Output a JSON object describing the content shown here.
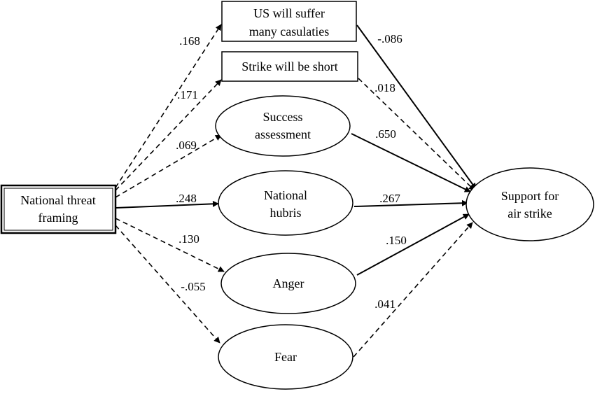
{
  "nodes": {
    "framing": {
      "lines": [
        "National threat",
        "framing"
      ]
    },
    "casualties": {
      "lines": [
        "US will suffer",
        "many casulaties"
      ]
    },
    "short": {
      "lines": [
        "Strike will be short"
      ]
    },
    "success": {
      "lines": [
        "Success",
        "assessment"
      ]
    },
    "hubris": {
      "lines": [
        "National",
        "hubris"
      ]
    },
    "anger": {
      "lines": [
        "Anger"
      ]
    },
    "fear": {
      "lines": [
        "Fear"
      ]
    },
    "support": {
      "lines": [
        "Support for",
        "air strike"
      ]
    }
  },
  "paths": {
    "framing_casualties": {
      "coef": ".168",
      "style": "dashed"
    },
    "framing_short": {
      "coef": ".171",
      "style": "dashed"
    },
    "framing_success": {
      "coef": ".069",
      "style": "dashed"
    },
    "framing_hubris": {
      "coef": ".248",
      "style": "solid"
    },
    "framing_anger": {
      "coef": ".130",
      "style": "dashed"
    },
    "framing_fear": {
      "coef": "-.055",
      "style": "dashed"
    },
    "casualties_support": {
      "coef": "-.086",
      "style": "solid"
    },
    "short_support": {
      "coef": ".018",
      "style": "dashed"
    },
    "success_support": {
      "coef": ".650",
      "style": "solid"
    },
    "hubris_support": {
      "coef": ".267",
      "style": "solid"
    },
    "anger_support": {
      "coef": ".150",
      "style": "solid"
    },
    "fear_support": {
      "coef": ".041",
      "style": "dashed"
    }
  }
}
